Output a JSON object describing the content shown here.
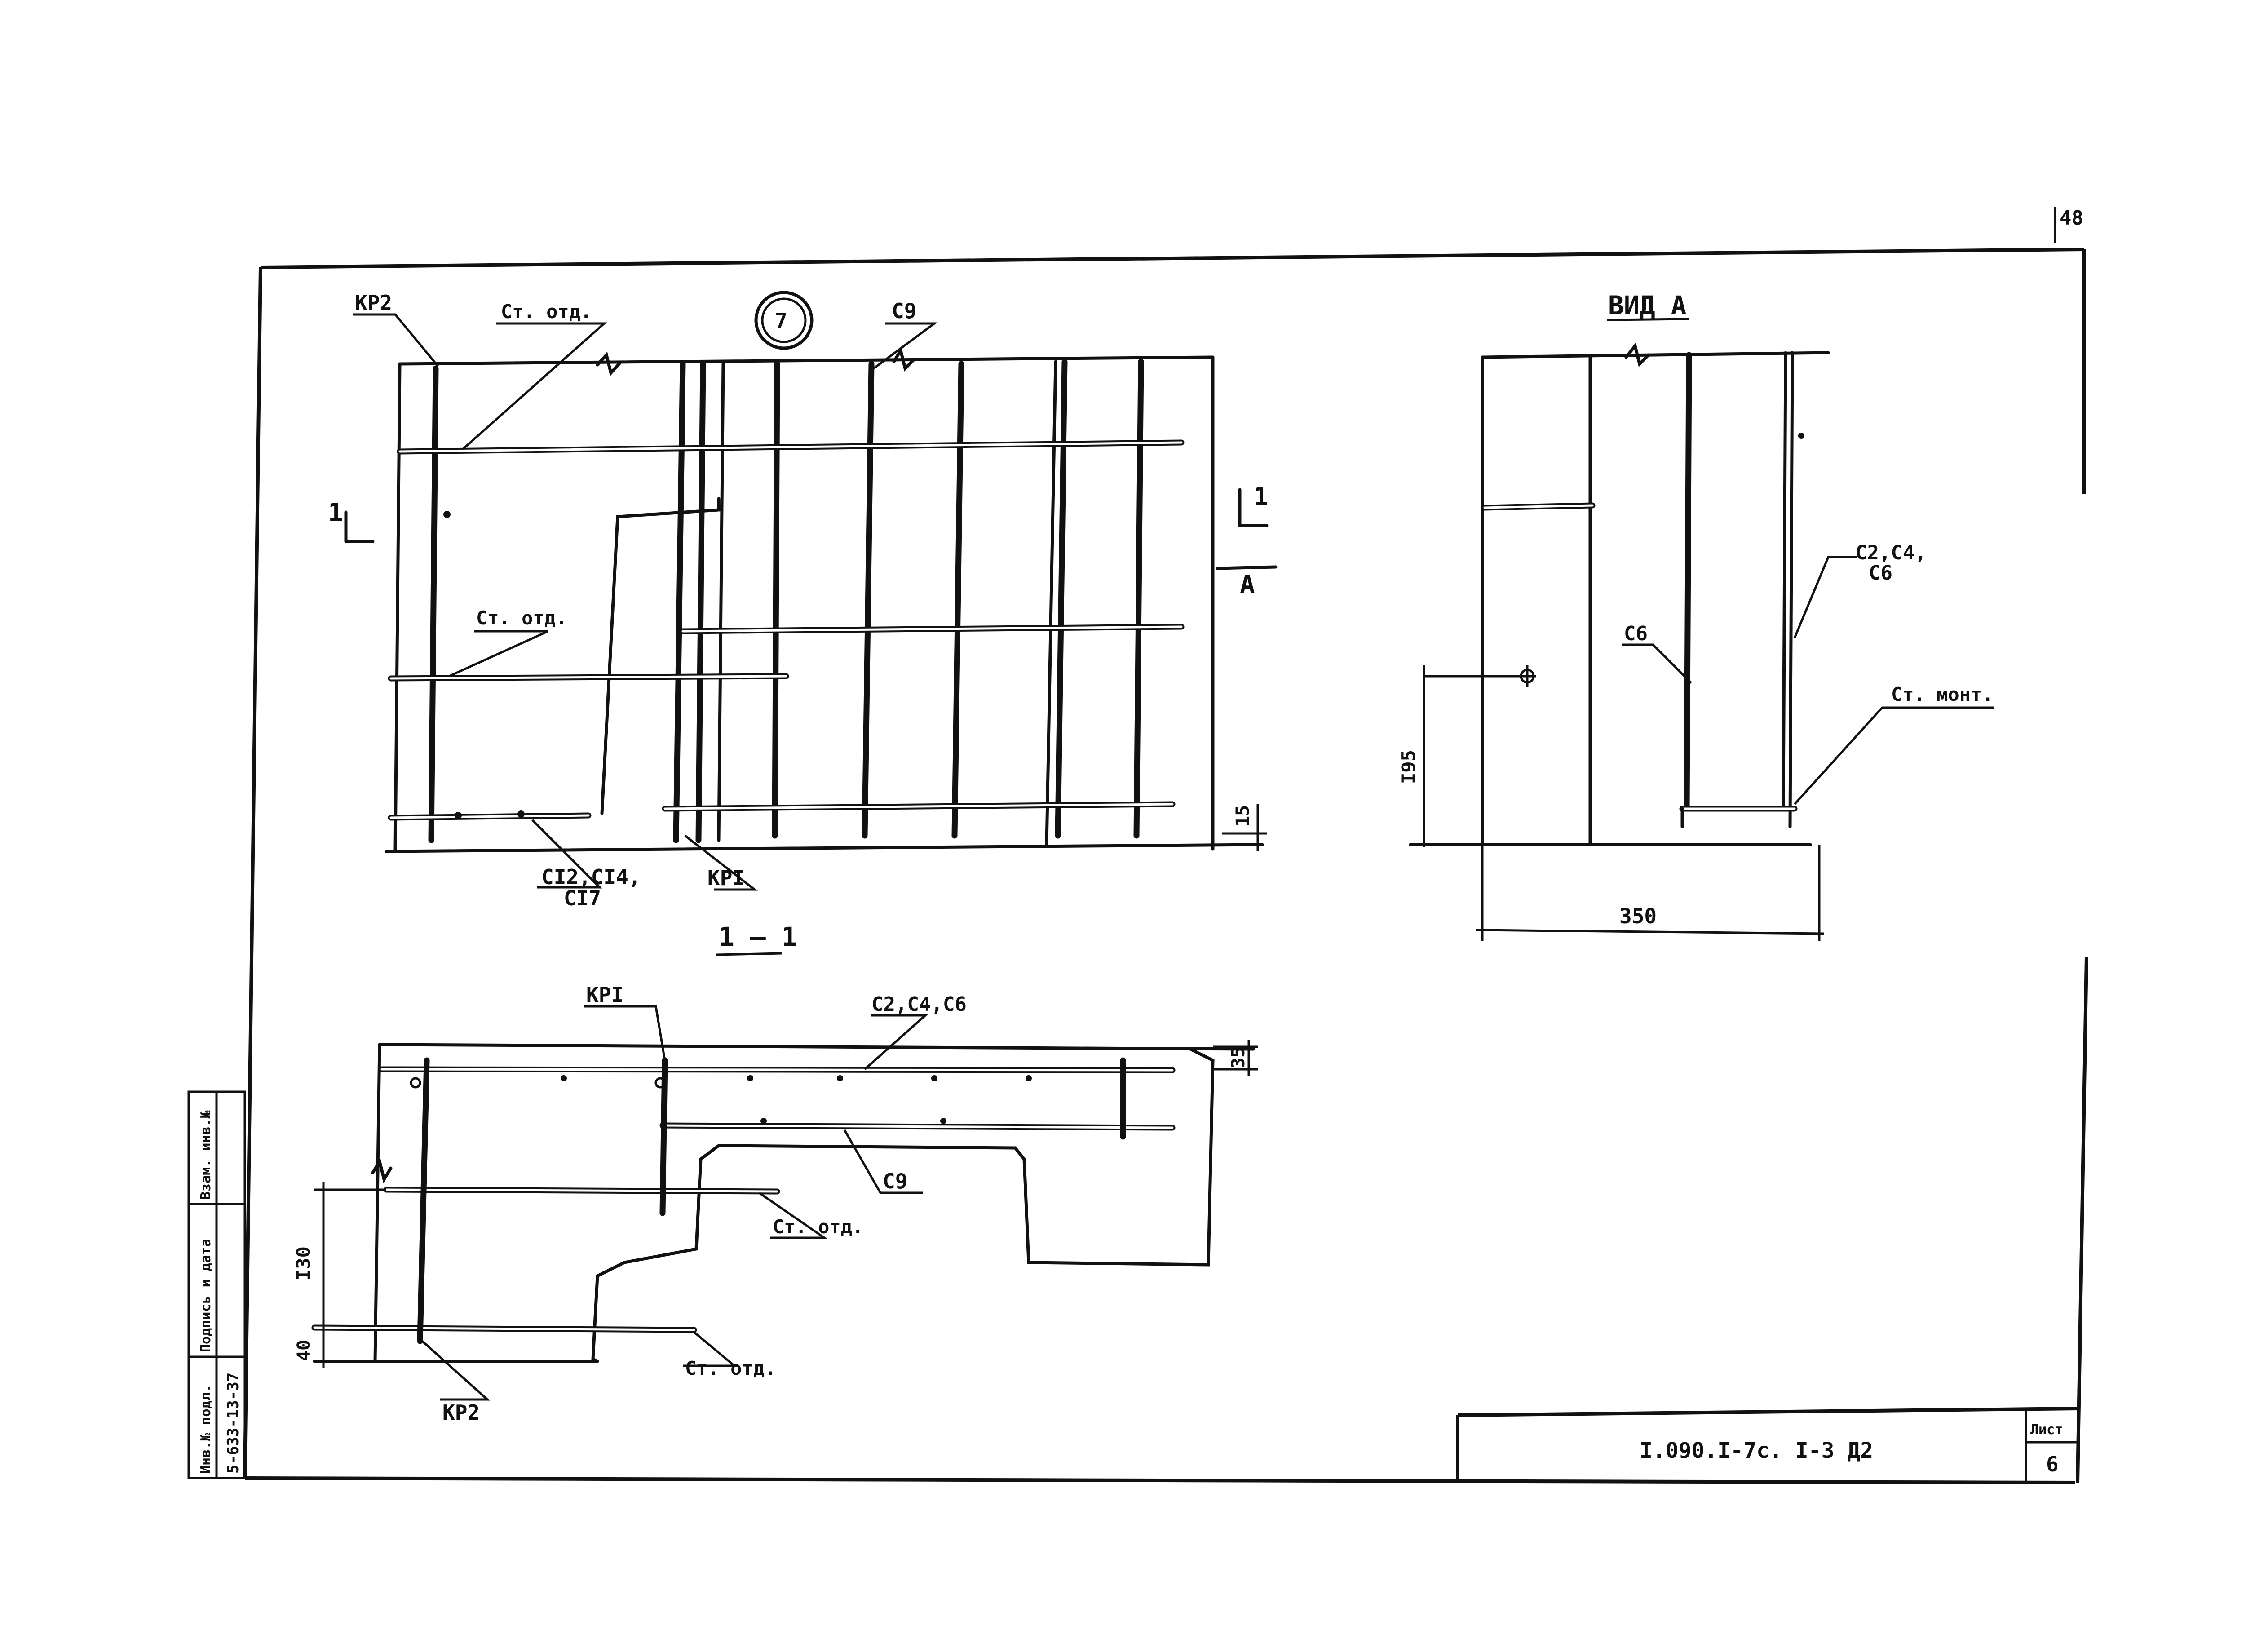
{
  "sheet": {
    "page_number": "48",
    "detail_number": "7",
    "view_title": "ВИД  А",
    "section_title": "1 — 1",
    "section_mark": "1",
    "view_mark": "A"
  },
  "labels": {
    "kr2": "КР2",
    "kr1": "КРI",
    "st_otd": "Ст. отд.",
    "st_otd_2": "Ст. отд.",
    "st_otd_3": "Ст. отд.",
    "st_otd_4": "Ст. отд.",
    "c9": "С9",
    "c9_2": "С9",
    "c12_line1": "СI2,СI4,",
    "c12_line2": "СI7",
    "kr1_2": "КРI",
    "kr2_2": "КР2",
    "c2c4c6": "С2,С4,С6",
    "c2c4_line1": "С2,С4,",
    "c2c4_line2": "С6",
    "c6": "С6",
    "st_mont": "Ст. монт."
  },
  "dimensions": {
    "d15": "15",
    "d195": "I95",
    "d350": "350",
    "d35": "35",
    "d130": "I30",
    "d40": "40"
  },
  "title_block": {
    "code": "I.090.I-7с. I-3 Д2",
    "sheet_label": "Лист",
    "sheet_number": "6"
  },
  "side_stamp": {
    "col1": "Инв.№ подл.",
    "col1_value": "5-633-13-37",
    "col2": "Подпись и дата",
    "col3": "Взам. инв.№"
  }
}
